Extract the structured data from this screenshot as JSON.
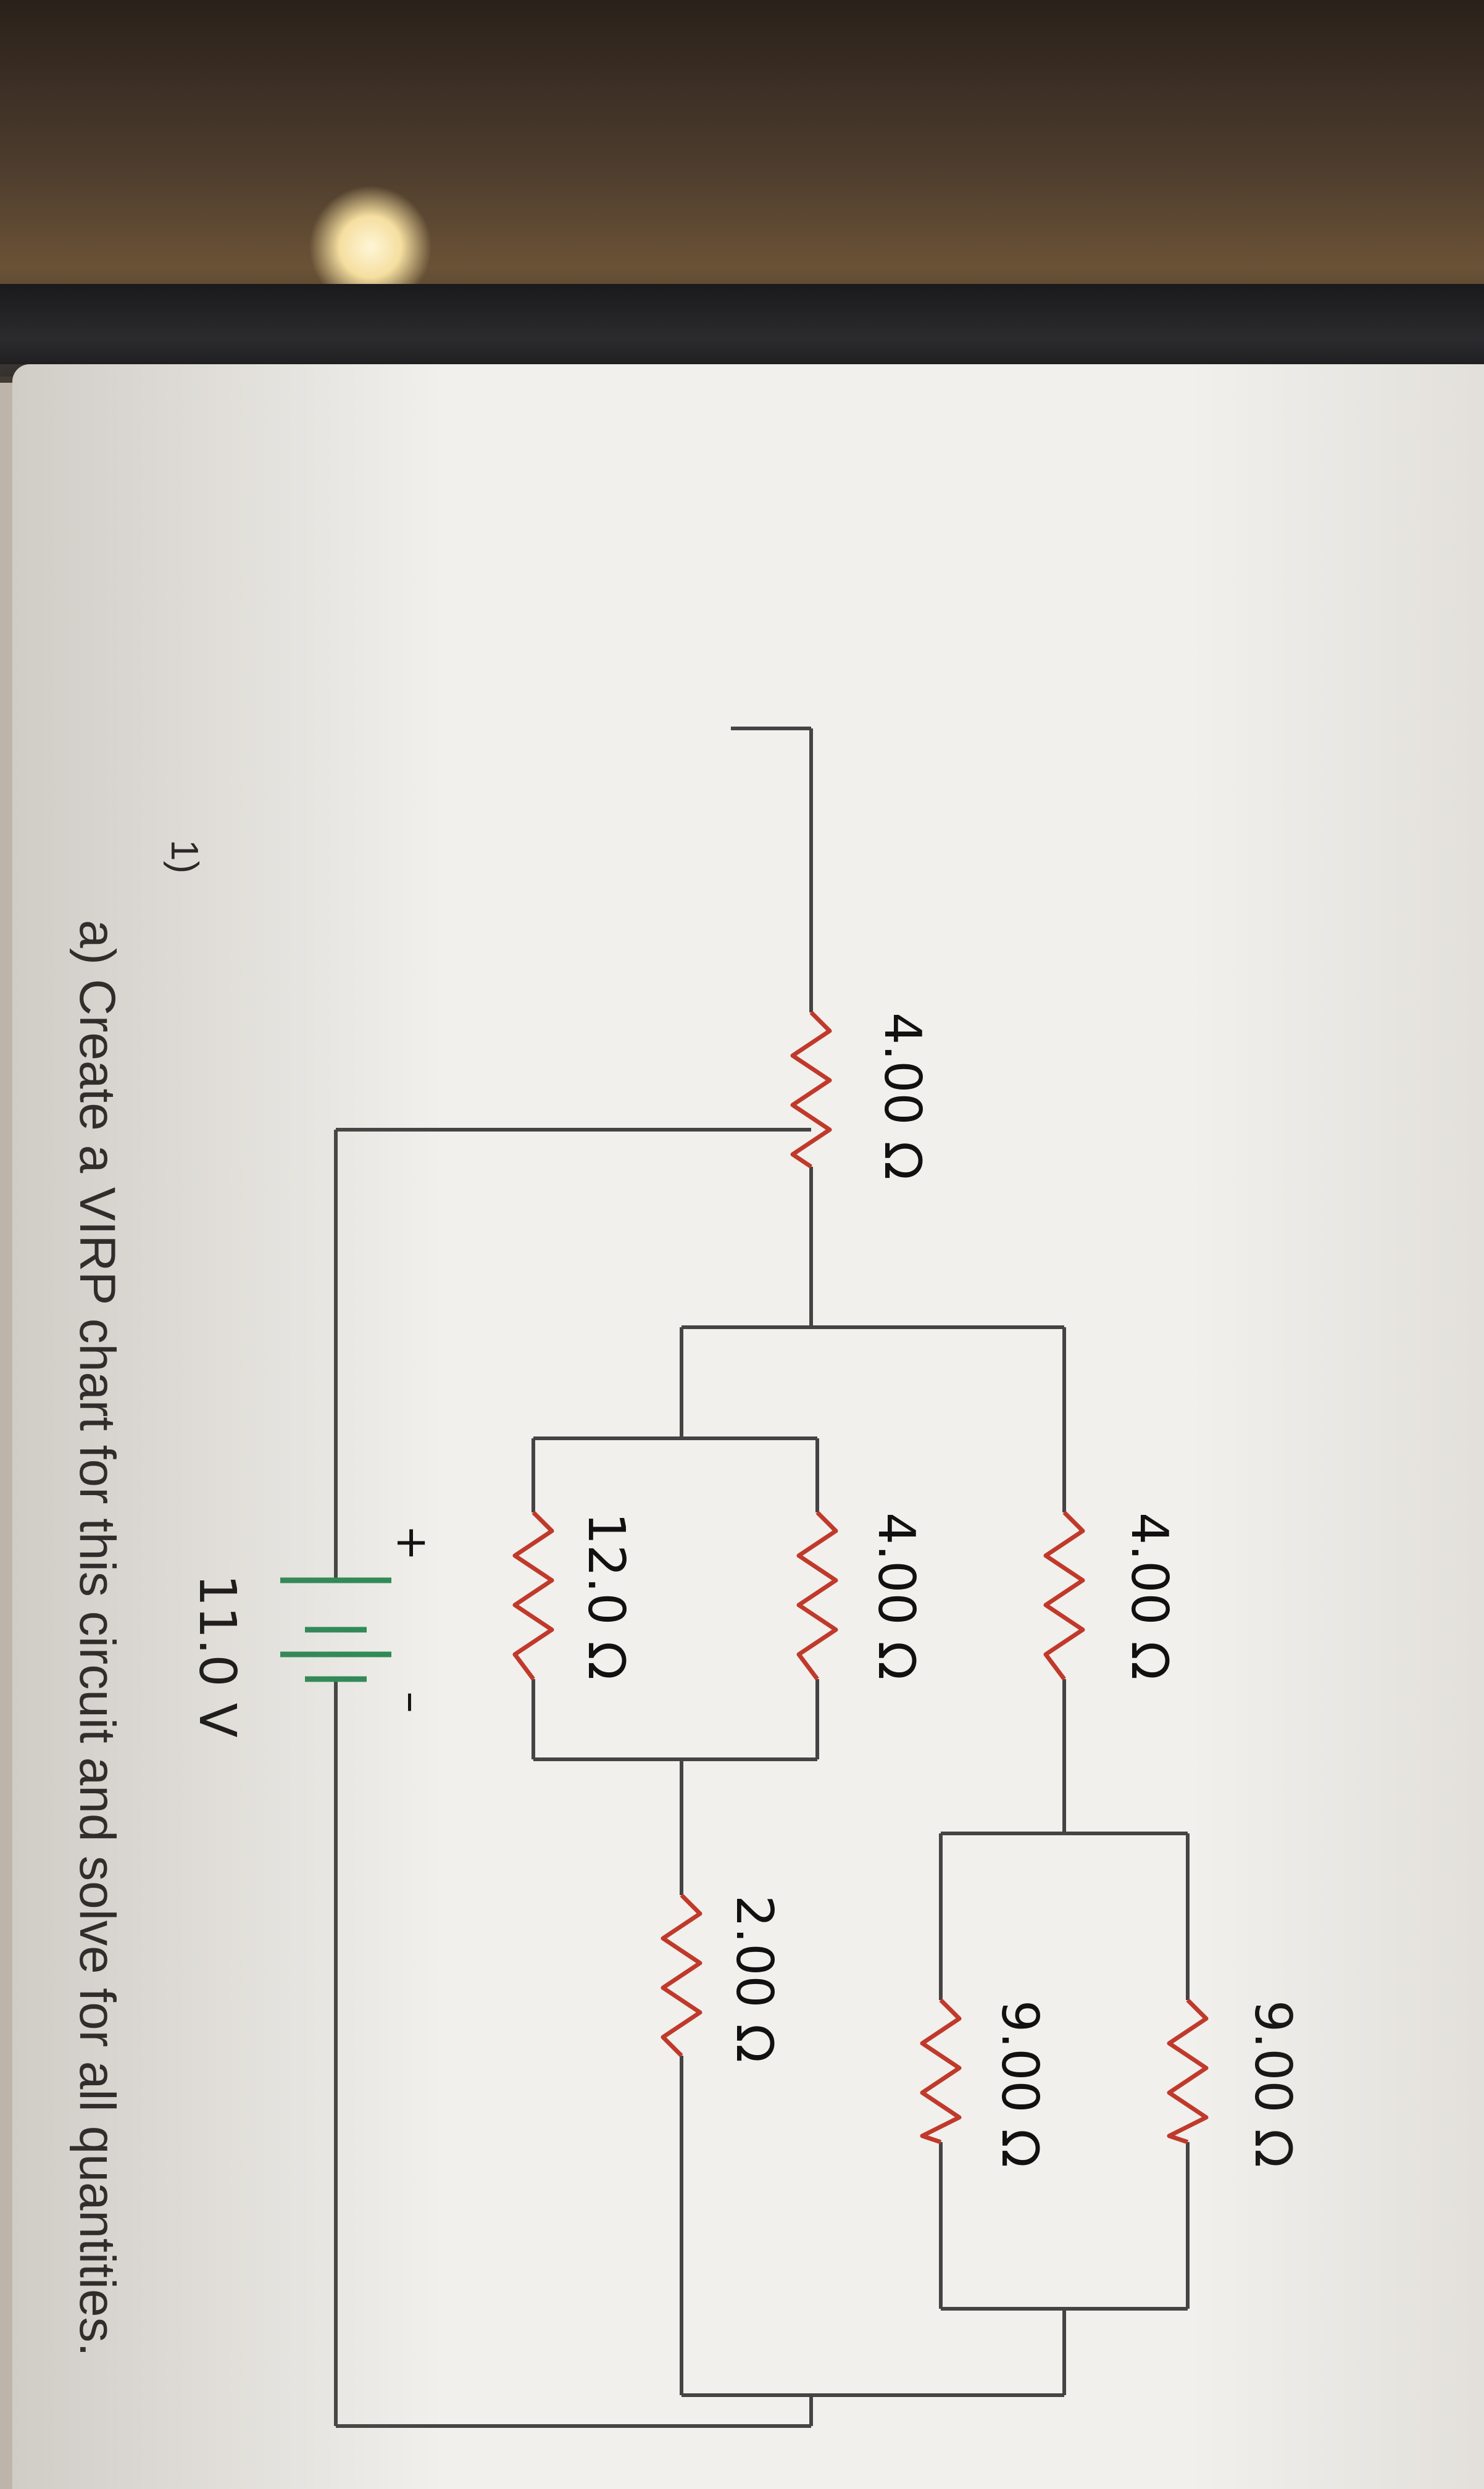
{
  "problem": {
    "number": "1)",
    "part_a": "a)  Create a VIRP chart for this circuit and solve for all quantities."
  },
  "circuit": {
    "battery_voltage": "11.0 V",
    "battery_plus": "+",
    "battery_minus": "–",
    "resistors": {
      "r_left_series": "4.00 Ω",
      "r_top_middle": "4.00 Ω",
      "r_top_right_upper": "9.00 Ω",
      "r_top_right_lower": "9.00 Ω",
      "r_mid_middle": "4.00 Ω",
      "r_mid_lower": "12.0 Ω",
      "r_mid_right": "2.00 Ω"
    }
  },
  "colors": {
    "resistor": "#c0392b",
    "battery": "#2e8b57",
    "wire": "#444444",
    "label": "#111111"
  }
}
